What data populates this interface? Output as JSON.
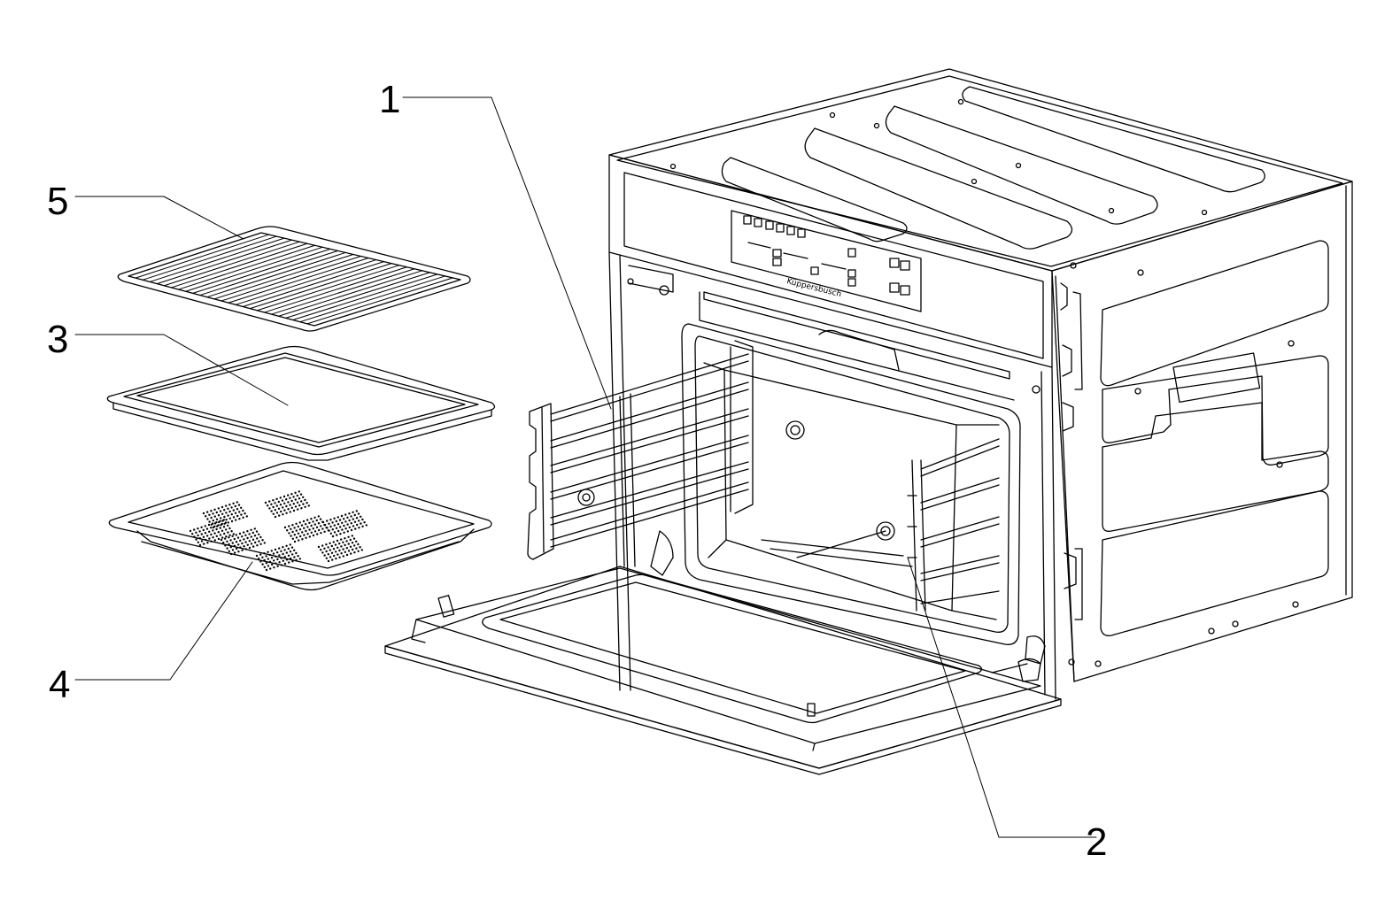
{
  "brand": "Küppersbusch",
  "callouts": [
    {
      "id": "1",
      "label": "1"
    },
    {
      "id": "2",
      "label": "2"
    },
    {
      "id": "3",
      "label": "3"
    },
    {
      "id": "4",
      "label": "4"
    },
    {
      "id": "5",
      "label": "5"
    }
  ]
}
